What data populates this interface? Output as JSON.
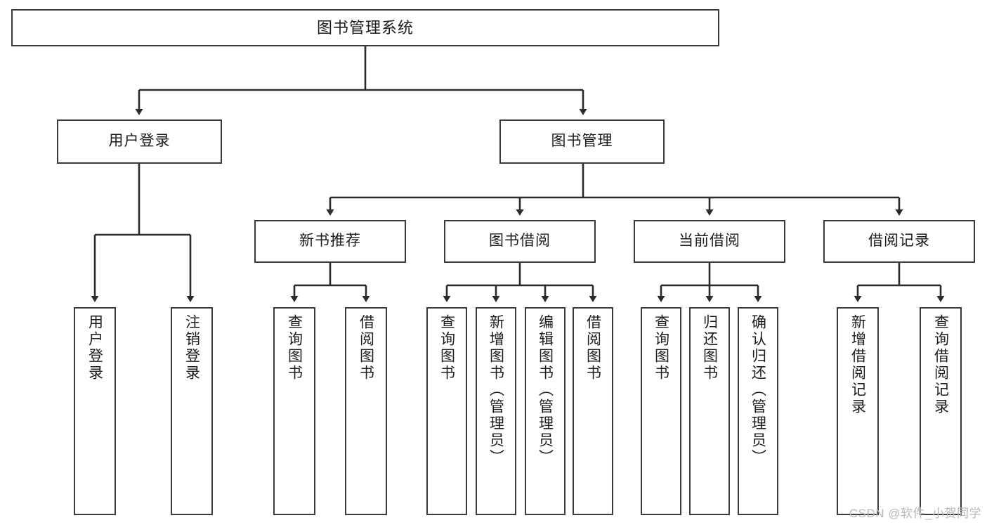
{
  "diagram": {
    "title": "图书管理系统",
    "type": "tree-hierarchy-chart",
    "watermark": "CSDN @软件_小贺同学",
    "colors": {
      "box_border": "#3a3a3a",
      "box_fill": "#ffffff",
      "edge": "#2b2b2b",
      "text": "#1c1c1c",
      "watermark": "#b9b9b9"
    },
    "nodes": {
      "root": {
        "label": "图书管理系统"
      },
      "level2": [
        {
          "label": "用户登录"
        },
        {
          "label": "图书管理"
        }
      ],
      "level3": [
        {
          "label": "新书推荐"
        },
        {
          "label": "图书借阅"
        },
        {
          "label": "当前借阅"
        },
        {
          "label": "借阅记录"
        }
      ],
      "leaves": {
        "user_login": [
          {
            "label": "用户登录"
          },
          {
            "label": "注销登录"
          }
        ],
        "new_book_recommend": [
          {
            "label": "查询图书"
          },
          {
            "label": "借阅图书"
          }
        ],
        "book_borrow": [
          {
            "label": "查询图书"
          },
          {
            "label": "新增图书（管理员）"
          },
          {
            "label": "编辑图书（管理员）"
          },
          {
            "label": "借阅图书"
          }
        ],
        "current_borrow": [
          {
            "label": "查询图书"
          },
          {
            "label": "归还图书"
          },
          {
            "label": "确认归还（管理员）"
          }
        ],
        "borrow_record": [
          {
            "label": "新增借阅记录"
          },
          {
            "label": "查询借阅记录"
          }
        ]
      }
    }
  }
}
